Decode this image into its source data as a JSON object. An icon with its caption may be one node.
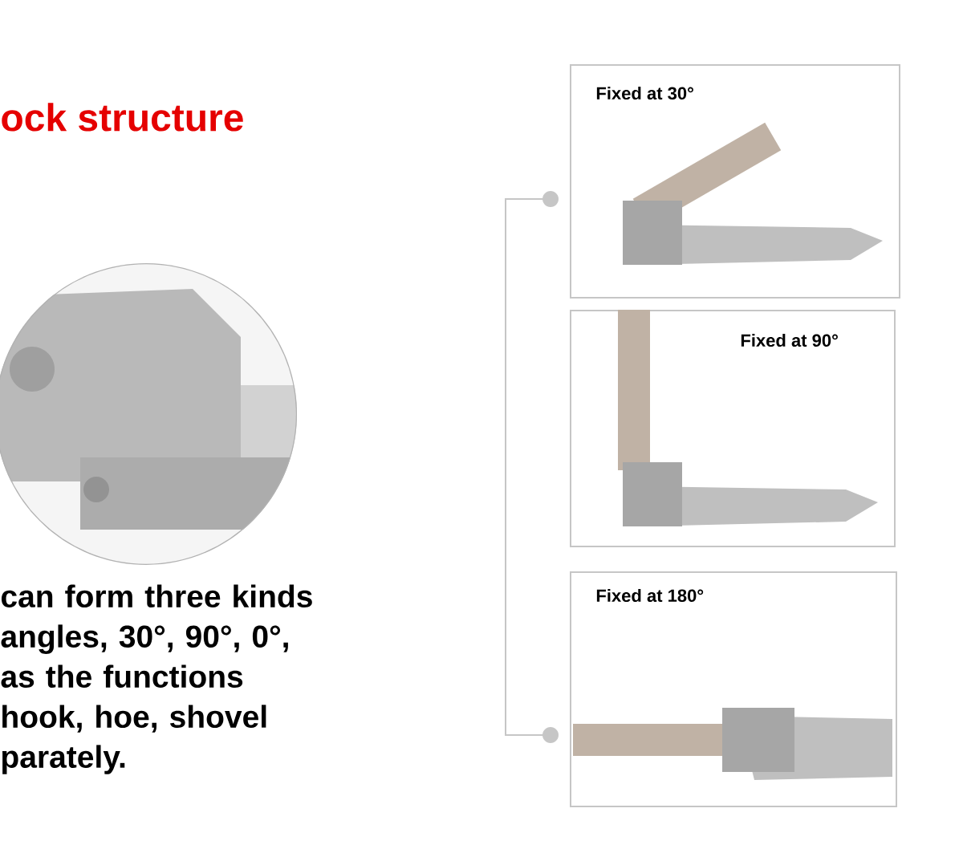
{
  "diagram": {
    "title": "ock structure",
    "nodes": [
      {
        "text": [
          "Fixed at 30°"
        ]
      },
      {
        "text": [
          "Fixed at 90°"
        ]
      },
      {
        "text": [
          "Fixed at 180°"
        ]
      }
    ],
    "labels": [
      "can form three kinds angles, 30°, 90°, 0°, as the functions hook, hoe, shovel parately."
    ]
  }
}
